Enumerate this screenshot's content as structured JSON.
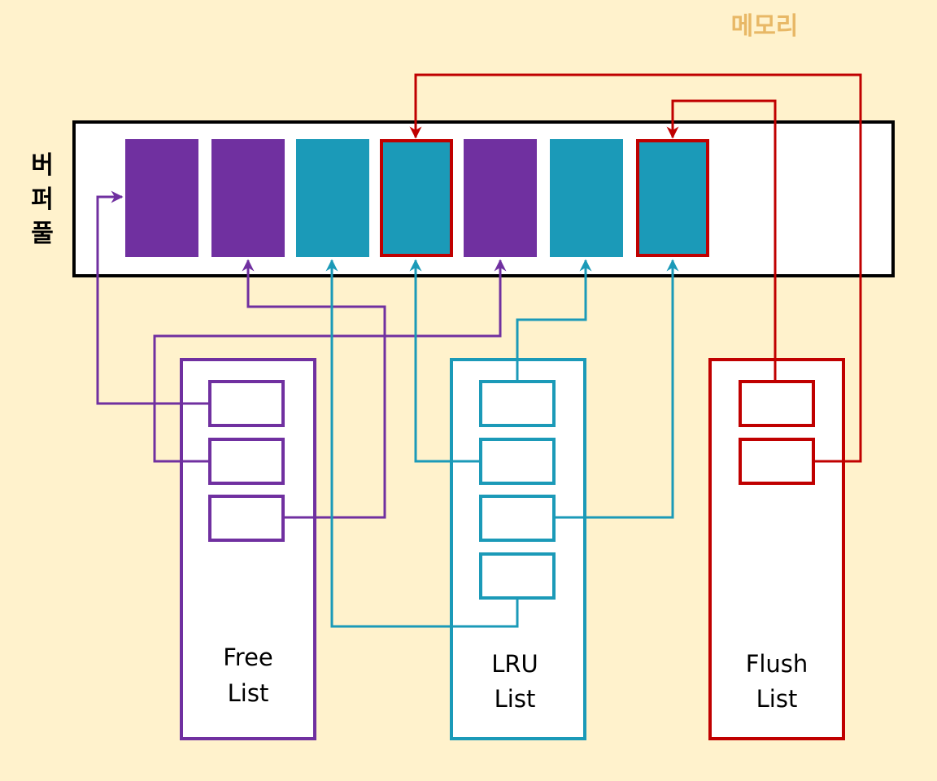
{
  "memory_label": "메모리",
  "buffer_pool_label": [
    "버",
    "퍼",
    "풀"
  ],
  "lists": {
    "free": {
      "line1": "Free",
      "line2": "List"
    },
    "lru": {
      "line1": "LRU",
      "line2": "List"
    },
    "flush": {
      "line1": "Flush",
      "line2": "List"
    }
  },
  "colors": {
    "background": "#fff2cc",
    "free": "#7030a0",
    "lru": "#1b9ab8",
    "flush": "#c00000",
    "memory_label": "#e8b866",
    "buffer_pool_border": "#000000"
  }
}
